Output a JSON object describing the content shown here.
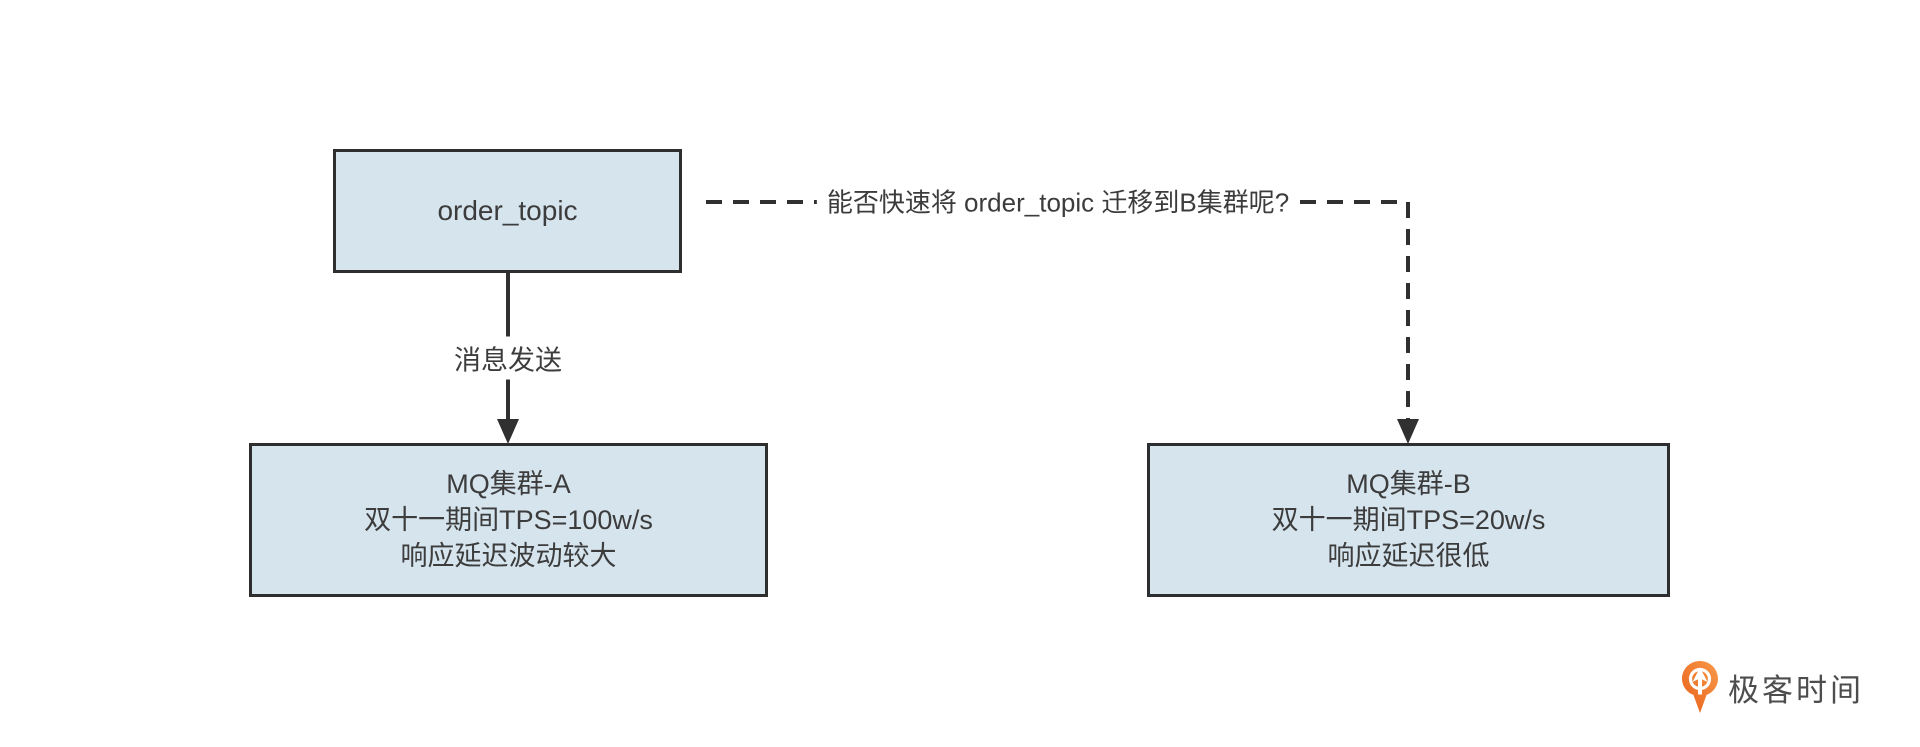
{
  "diagram": {
    "nodes": {
      "order_topic": {
        "label": "order_topic"
      },
      "cluster_a": {
        "title": "MQ集群-A",
        "line2": "双十一期间TPS=100w/s",
        "line3": "响应延迟波动较大"
      },
      "cluster_b": {
        "title": "MQ集群-B",
        "line2": "双十一期间TPS=20w/s",
        "line3": "响应延迟很低"
      }
    },
    "edges": {
      "send": {
        "label": "消息发送",
        "style": "solid",
        "from": "order_topic",
        "to": "cluster_a"
      },
      "migrate": {
        "label": "能否快速将 order_topic 迁移到B集群呢?",
        "style": "dashed",
        "from": "order_topic",
        "to": "cluster_b"
      }
    },
    "colors": {
      "node_fill": "#d6e4ee",
      "node_border": "#2e2e2e",
      "connector": "#303030",
      "text": "#3c3c3c"
    }
  },
  "branding": {
    "logo_text": "极客时间",
    "logo_color": "#f0761f",
    "logo_text_color": "#4d4d4d"
  }
}
